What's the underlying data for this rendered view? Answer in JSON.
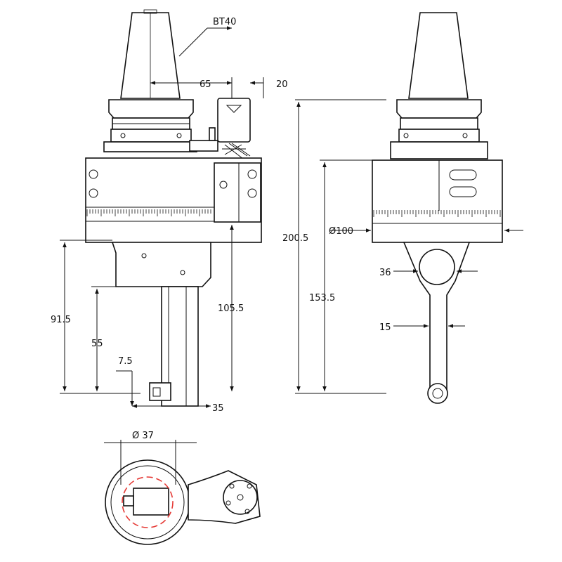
{
  "colors": {
    "line": "#111111",
    "background": "#ffffff",
    "highlight": "#e53935"
  },
  "annotations": {
    "holder_type": "BT40",
    "front_offset": "65",
    "side_offset": "20",
    "total_height": "200.5",
    "spindle_height": "153.5",
    "body_height": "105.5",
    "lower_height": "91.5",
    "arm_height": "55",
    "tip_offset": "7.5",
    "arm_width": "35",
    "body_diameter": "Ø100",
    "arm_width_side": "36",
    "tip_width": "15",
    "bore_diameter": "Ø 37"
  }
}
